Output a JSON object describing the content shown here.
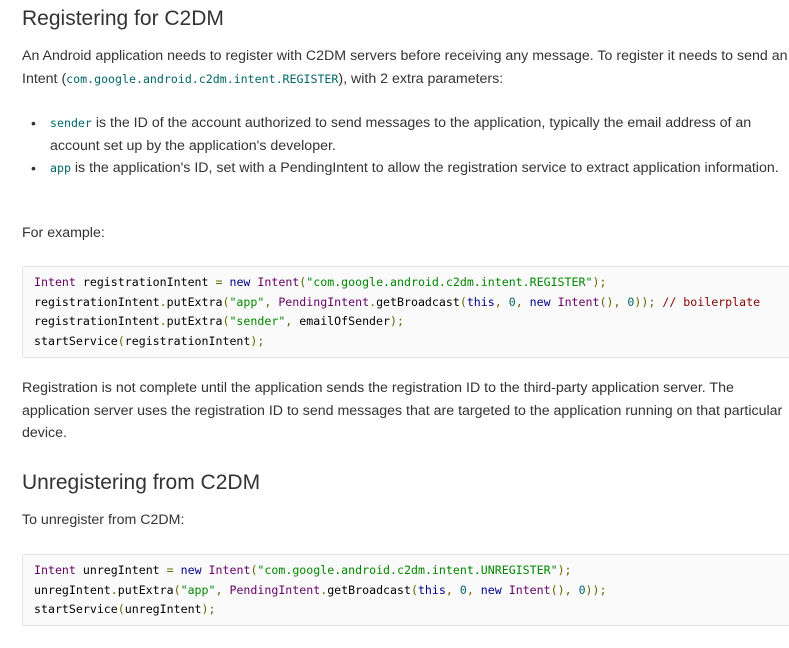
{
  "section1": {
    "heading": "Registering for C2DM",
    "intro_part1": "An Android application needs to register with C2DM servers before receiving any message. To register it needs to send an Intent (",
    "intro_code": "com.google.android.c2dm.intent.REGISTER",
    "intro_part2": "), with 2 extra parameters:",
    "params": [
      {
        "code": "sender",
        "text": " is the ID of the account authorized to send messages to the application, typically the email address of an account set up by the application's developer."
      },
      {
        "code": "app",
        "text": " is the application's ID, set with a PendingIntent to allow the registration service to extract application information."
      }
    ],
    "example_label": "For example:",
    "code_lines": [
      [
        [
          "typ",
          "Intent"
        ],
        [
          "pln",
          " registrationIntent "
        ],
        [
          "pun",
          "="
        ],
        [
          "pln",
          " "
        ],
        [
          "kwd",
          "new"
        ],
        [
          "pln",
          " "
        ],
        [
          "typ",
          "Intent"
        ],
        [
          "pun",
          "("
        ],
        [
          "str",
          "\"com.google.android.c2dm.intent.REGISTER\""
        ],
        [
          "pun",
          ");"
        ]
      ],
      [
        [
          "pln",
          "registrationIntent"
        ],
        [
          "pun",
          "."
        ],
        [
          "pln",
          "putExtra"
        ],
        [
          "pun",
          "("
        ],
        [
          "str",
          "\"app\""
        ],
        [
          "pun",
          ","
        ],
        [
          "pln",
          " "
        ],
        [
          "typ",
          "PendingIntent"
        ],
        [
          "pun",
          "."
        ],
        [
          "pln",
          "getBroadcast"
        ],
        [
          "pun",
          "("
        ],
        [
          "kwd",
          "this"
        ],
        [
          "pun",
          ","
        ],
        [
          "pln",
          " "
        ],
        [
          "lit",
          "0"
        ],
        [
          "pun",
          ","
        ],
        [
          "pln",
          " "
        ],
        [
          "kwd",
          "new"
        ],
        [
          "pln",
          " "
        ],
        [
          "typ",
          "Intent"
        ],
        [
          "pun",
          "(),"
        ],
        [
          "pln",
          " "
        ],
        [
          "lit",
          "0"
        ],
        [
          "pun",
          "));"
        ],
        [
          "pln",
          " "
        ],
        [
          "com",
          "// boilerplate"
        ]
      ],
      [
        [
          "pln",
          "registrationIntent"
        ],
        [
          "pun",
          "."
        ],
        [
          "pln",
          "putExtra"
        ],
        [
          "pun",
          "("
        ],
        [
          "str",
          "\"sender\""
        ],
        [
          "pun",
          ","
        ],
        [
          "pln",
          " emailOfSender"
        ],
        [
          "pun",
          ");"
        ]
      ],
      [
        [
          "pln",
          "startService"
        ],
        [
          "pun",
          "("
        ],
        [
          "pln",
          "registrationIntent"
        ],
        [
          "pun",
          ");"
        ]
      ]
    ],
    "after_text": "Registration is not complete until the application sends the registration ID to the third-party application server. The application server uses the registration ID to send messages that are targeted to the application running on that particular device."
  },
  "section2": {
    "heading": "Unregistering from C2DM",
    "intro": "To unregister from C2DM:",
    "code_lines": [
      [
        [
          "typ",
          "Intent"
        ],
        [
          "pln",
          " unregIntent "
        ],
        [
          "pun",
          "="
        ],
        [
          "pln",
          " "
        ],
        [
          "kwd",
          "new"
        ],
        [
          "pln",
          " "
        ],
        [
          "typ",
          "Intent"
        ],
        [
          "pun",
          "("
        ],
        [
          "str",
          "\"com.google.android.c2dm.intent.UNREGISTER\""
        ],
        [
          "pun",
          ");"
        ]
      ],
      [
        [
          "pln",
          "unregIntent"
        ],
        [
          "pun",
          "."
        ],
        [
          "pln",
          "putExtra"
        ],
        [
          "pun",
          "("
        ],
        [
          "str",
          "\"app\""
        ],
        [
          "pun",
          ","
        ],
        [
          "pln",
          " "
        ],
        [
          "typ",
          "PendingIntent"
        ],
        [
          "pun",
          "."
        ],
        [
          "pln",
          "getBroadcast"
        ],
        [
          "pun",
          "("
        ],
        [
          "kwd",
          "this"
        ],
        [
          "pun",
          ","
        ],
        [
          "pln",
          " "
        ],
        [
          "lit",
          "0"
        ],
        [
          "pun",
          ","
        ],
        [
          "pln",
          " "
        ],
        [
          "kwd",
          "new"
        ],
        [
          "pln",
          " "
        ],
        [
          "typ",
          "Intent"
        ],
        [
          "pun",
          "(),"
        ],
        [
          "pln",
          " "
        ],
        [
          "lit",
          "0"
        ],
        [
          "pun",
          "));"
        ]
      ],
      [
        [
          "pln",
          "startService"
        ],
        [
          "pun",
          "("
        ],
        [
          "pln",
          "unregIntent"
        ],
        [
          "pun",
          ");"
        ]
      ]
    ]
  }
}
